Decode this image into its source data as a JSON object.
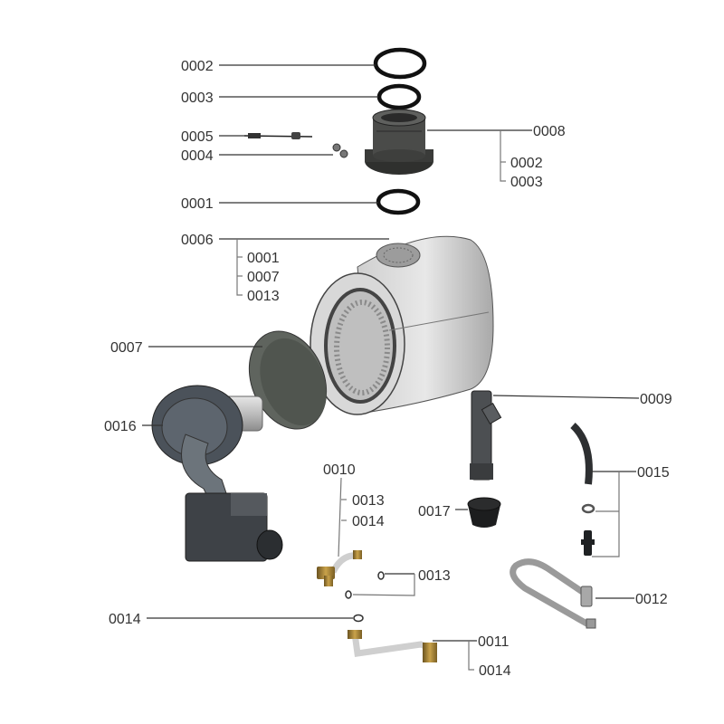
{
  "callouts": [
    {
      "label": "0002"
    },
    {
      "label": "0003"
    },
    {
      "label": "0005"
    },
    {
      "label": "0004"
    },
    {
      "label": "0001"
    },
    {
      "label": "0006",
      "includes": [
        "0001",
        "0007",
        "0013"
      ]
    },
    {
      "label": "0008",
      "includes": [
        "0002",
        "0003"
      ]
    },
    {
      "label": "0007"
    },
    {
      "label": "0016"
    },
    {
      "label": "0009"
    },
    {
      "label": "0015"
    },
    {
      "label": "0010",
      "includes": [
        "0013",
        "0014"
      ]
    },
    {
      "label": "0017"
    },
    {
      "label": "0013"
    },
    {
      "label": "0012"
    },
    {
      "label": "0014"
    },
    {
      "label": "0011",
      "includes": [
        "0014"
      ]
    }
  ]
}
